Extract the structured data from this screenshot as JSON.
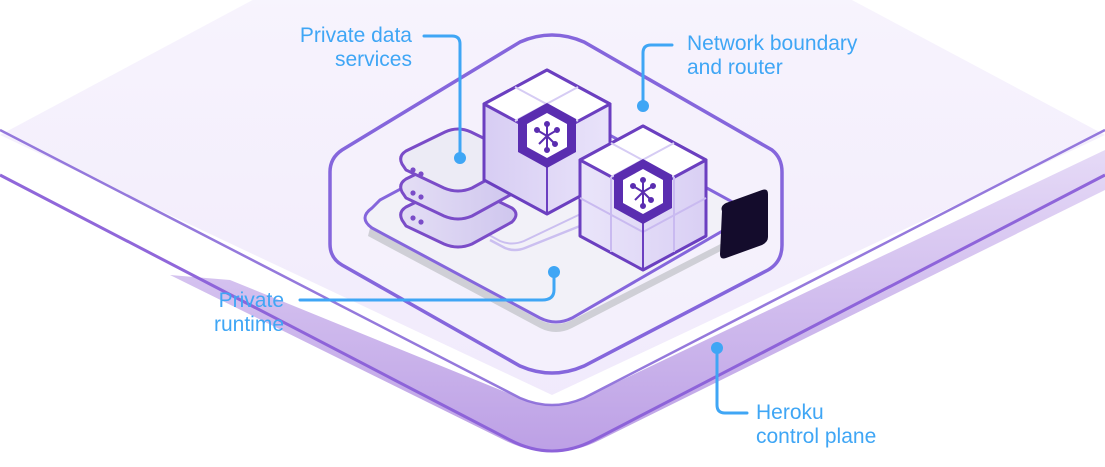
{
  "diagram": {
    "title": "Heroku Private Spaces architecture",
    "colors": {
      "callout": "#3fa6f5",
      "outline": "#8566dc",
      "dyno_outline": "#6b3fc0",
      "dyno_hex": "#5a2db0",
      "control_plane_fill": "#c0a6e6",
      "router_block": "#140c2c",
      "background": "#ffffff"
    },
    "labels": {
      "data_services": {
        "line1": "Private data",
        "line2": "services"
      },
      "network": {
        "line1": "Network boundary",
        "line2": "and router"
      },
      "runtime": {
        "line1": "Private",
        "line2": "runtime"
      },
      "control_plane": {
        "line1": "Heroku",
        "line2": "control plane"
      }
    },
    "components": [
      {
        "id": "control-plane",
        "name": "Heroku control plane"
      },
      {
        "id": "network-boundary",
        "name": "Network boundary and router"
      },
      {
        "id": "runtime",
        "name": "Private runtime"
      },
      {
        "id": "data-services",
        "name": "Private data services",
        "stack_count": 3
      },
      {
        "id": "dynos",
        "name": "Dyno",
        "count": 2,
        "icon": "node-network-icon"
      },
      {
        "id": "router",
        "name": "Router block"
      }
    ]
  }
}
